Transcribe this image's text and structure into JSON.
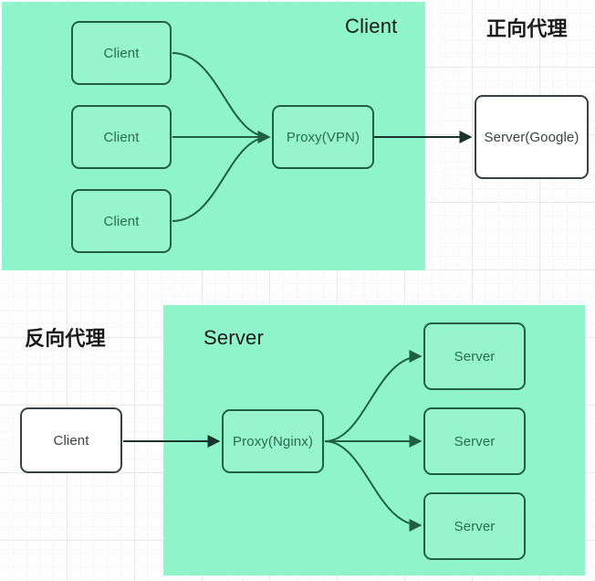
{
  "diagram": {
    "title_top_group": "Client",
    "title_top_right": "正向代理",
    "title_bottom_left": "反向代理",
    "title_bottom_group": "Server",
    "colors": {
      "group_fill": "#8ff4cb",
      "green_node_border": "#1f5f43",
      "green_node_text": "#2b6b50",
      "white_node_border": "#3a3f44",
      "white_node_text": "#3a3f44",
      "edge": "#1f5f43",
      "edge_dark": "#17352a",
      "background": "#fdfdfd"
    },
    "forward_proxy": {
      "clients": [
        {
          "label": "Client"
        },
        {
          "label": "Client"
        },
        {
          "label": "Client"
        }
      ],
      "proxy": {
        "label": "Proxy(VPN)"
      },
      "server": {
        "label": "Server(Google)"
      }
    },
    "reverse_proxy": {
      "client": {
        "label": "Client"
      },
      "proxy": {
        "label": "Proxy(Nginx)"
      },
      "servers": [
        {
          "label": "Server"
        },
        {
          "label": "Server"
        },
        {
          "label": "Server"
        }
      ]
    }
  }
}
